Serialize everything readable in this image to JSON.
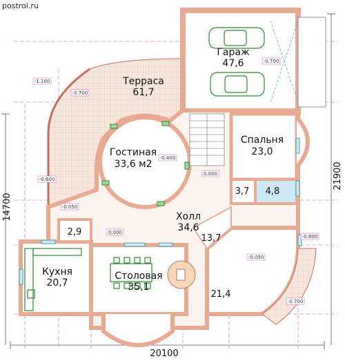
{
  "watermark": "postroi.ru",
  "rooms": {
    "terrace": {
      "name": "Терраса",
      "area": "61,7"
    },
    "garage": {
      "name": "Гараж",
      "area": "47,6"
    },
    "living": {
      "name": "Гостиная",
      "area": "33,6 м2"
    },
    "bedroom": {
      "name": "Спальня",
      "area": "23,0"
    },
    "hall": {
      "name": "Холл",
      "area": "34,6"
    },
    "kitchen": {
      "name": "Кухня",
      "area": "20,7"
    },
    "dining": {
      "name": "Столовая",
      "area": "35,1"
    }
  },
  "areas": {
    "wc1": "2,9",
    "room_37": "3,7",
    "bath_48": "4,8",
    "corridor": "13,7",
    "room_214": "21,4"
  },
  "levels": {
    "terrace_left": "-1.100",
    "terrace_mid": "-0.700",
    "garage": "-0.700",
    "living": "-0.400",
    "stair": "0.000",
    "west": "-0.600",
    "west2": "-0.050",
    "kitchen_door": "0.000",
    "east": "-0.800",
    "south_east": "-0.050",
    "south_east2": "-0.700"
  },
  "dimensions": {
    "width": "20100",
    "depth_right": "21900",
    "depth_left": "14700"
  },
  "colors": {
    "wall": "#e9aa94",
    "wall_stroke": "#c07060",
    "room_fill": "#f7ede5",
    "floor_tile": "#f3ddd0",
    "furniture": "#2b8a2b",
    "axis": "#d050c0",
    "glazing": "#40a0a0"
  }
}
